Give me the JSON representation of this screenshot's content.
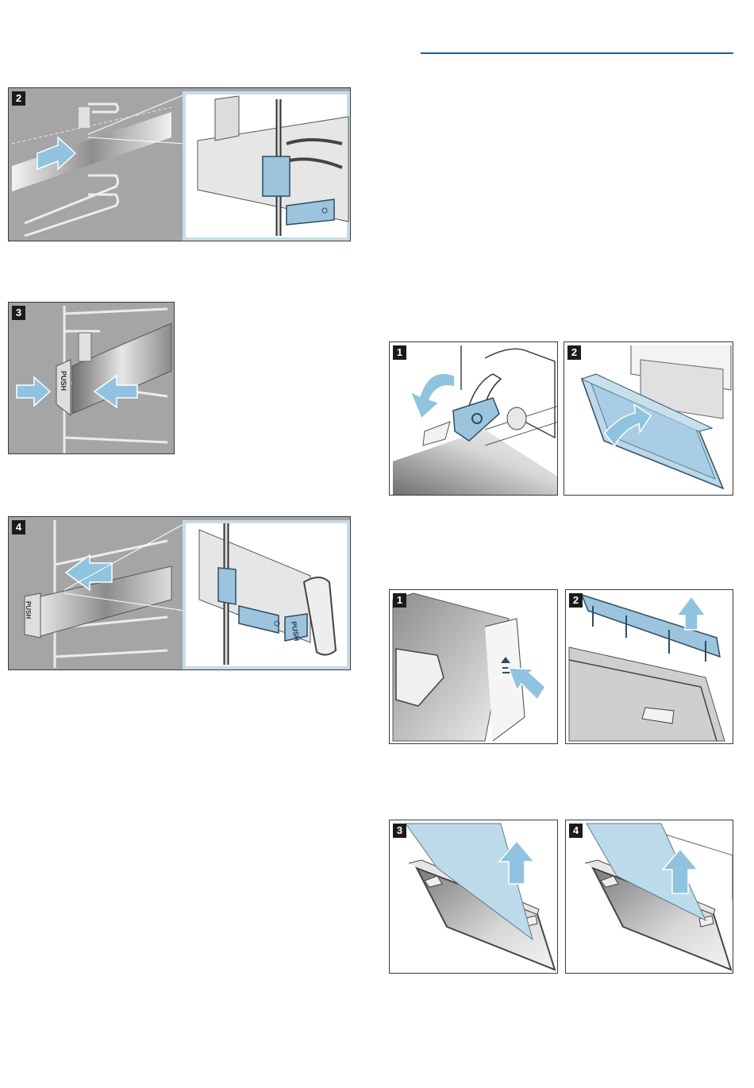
{
  "figures": {
    "rail_hook": {
      "step": "2"
    },
    "rail_push": {
      "step": "3",
      "push_label": "PUSH"
    },
    "rail_remove": {
      "step": "4",
      "push_label_rail": "PUSH",
      "push_label_detail": "PUSH"
    },
    "door_lever": {
      "step": "1"
    },
    "door_lift": {
      "step": "2"
    },
    "pane_press": {
      "step": "1"
    },
    "cover_lift": {
      "step": "2"
    },
    "pane_out_a": {
      "step": "3"
    },
    "pane_out_b": {
      "step": "4"
    }
  },
  "colors": {
    "arrow": "#8fc3e0",
    "oven_grey": "#a4a4a4",
    "part_blue": "#9cc4dc",
    "rule": "#1f5f8f"
  }
}
